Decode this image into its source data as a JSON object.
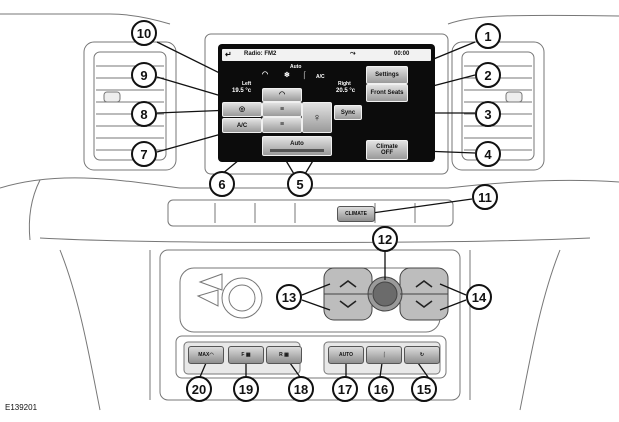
{
  "figure_code": "E139201",
  "screen": {
    "source": "Radio: FM2",
    "clock": "00:00",
    "mode_label": "Auto",
    "left_label": "Left",
    "left_temp": "19.5 °c",
    "right_label": "Right",
    "right_temp": "20.5 °c",
    "ac_small": "A/C",
    "auto_small": "Auto",
    "buttons": {
      "settings": "Settings",
      "front_seats": "Front Seats",
      "sync": "Sync",
      "climate_off_1": "Climate",
      "climate_off_2": "OFF",
      "ac": "A/C"
    }
  },
  "climate_button": "CLIMATE",
  "lower_buttons": {
    "max": "MAX",
    "front": "F",
    "rear": "R",
    "auto": "AUTO"
  },
  "callouts": {
    "c1": "1",
    "c2": "2",
    "c3": "3",
    "c4": "4",
    "c5": "5",
    "c6": "6",
    "c7": "7",
    "c8": "8",
    "c9": "9",
    "c10": "10",
    "c11": "11",
    "c12": "12",
    "c13": "13",
    "c14": "14",
    "c15": "15",
    "c16": "16",
    "c17": "17",
    "c18": "18",
    "c19": "19",
    "c20": "20"
  }
}
